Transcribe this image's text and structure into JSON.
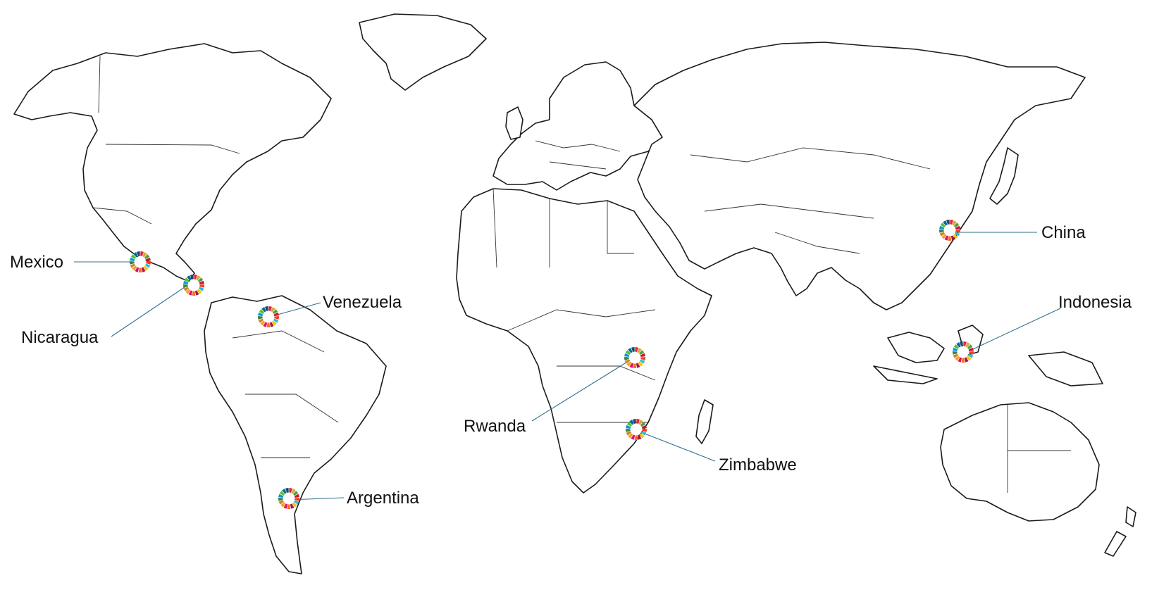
{
  "map": {
    "label_color": "#111111",
    "leader_color": "#2f6f8f",
    "marker_icon": "sdg-color-wheel-icon",
    "sdg_colors": [
      "#e5243b",
      "#dda63a",
      "#4c9f38",
      "#c5192d",
      "#ff3a21",
      "#26bde2",
      "#fcc30b",
      "#a21942",
      "#fd6925",
      "#dd1367",
      "#fd9d24",
      "#bf8b2e",
      "#3f7e44",
      "#0a97d9",
      "#56c02b",
      "#00689d",
      "#19486a"
    ],
    "locations": [
      {
        "name": "Mexico"
      },
      {
        "name": "Nicaragua"
      },
      {
        "name": "Venezuela"
      },
      {
        "name": "Argentina"
      },
      {
        "name": "Rwanda"
      },
      {
        "name": "Zimbabwe"
      },
      {
        "name": "China"
      },
      {
        "name": "Indonesia"
      }
    ]
  }
}
